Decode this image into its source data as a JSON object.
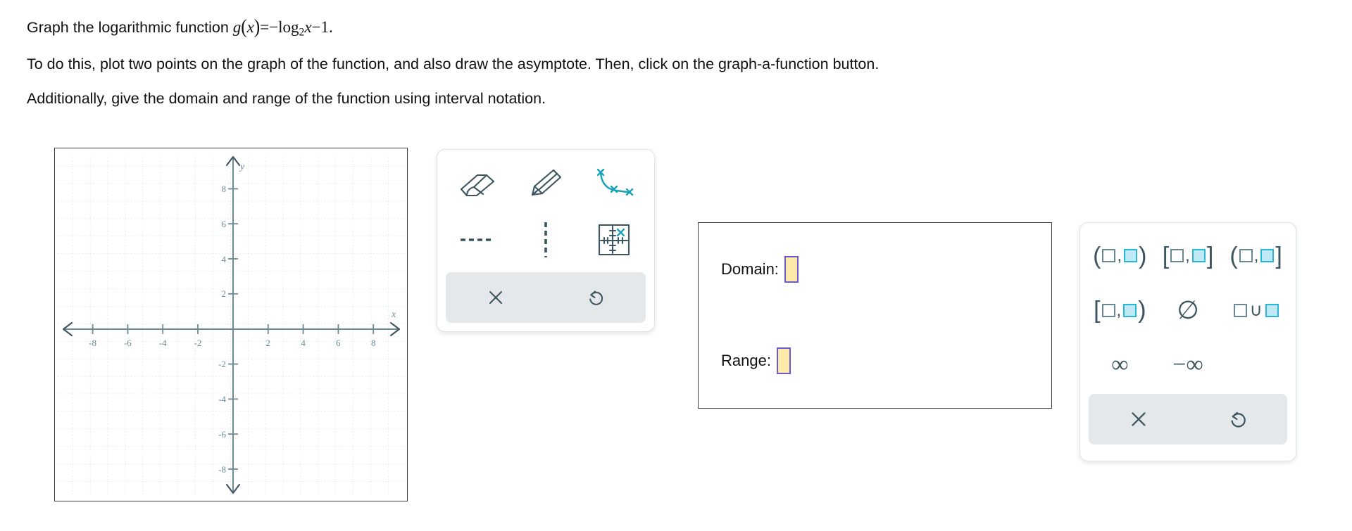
{
  "prompt": {
    "line1_pre": "Graph the logarithmic function ",
    "math_g": "g",
    "math_paren_open": "(",
    "math_x": "x",
    "math_paren_close": ")",
    "math_eq": "=",
    "math_minus": "−",
    "math_log": "log",
    "math_base": "2",
    "math_x2": "x",
    "math_minus2": "−",
    "math_one": "1",
    "math_period": ".",
    "line2": "To do this, plot two points on the graph of the function, and also draw the asymptote. Then, click on the graph-a-function button.",
    "line3": "Additionally, give the domain and range of the function using interval notation."
  },
  "graph": {
    "x_axis_label": "x",
    "y_axis_label": "y",
    "x_ticks": [
      "-8",
      "-6",
      "-4",
      "-2",
      "2",
      "4",
      "6",
      "8"
    ],
    "y_ticks": [
      "8",
      "6",
      "4",
      "2",
      "-2",
      "-4",
      "-6",
      "-8"
    ],
    "x_min": -10,
    "x_max": 10,
    "y_min": -10,
    "y_max": 10,
    "grid_color": "#c9d3d6",
    "axis_color": "#6c8a93",
    "border_color": "#3d3d3d"
  },
  "draw_toolbar": {
    "tools": [
      {
        "name": "eraser-tool",
        "label": "Eraser"
      },
      {
        "name": "pencil-tool",
        "label": "Pencil"
      },
      {
        "name": "curve-tool",
        "label": "Curve through points"
      },
      {
        "name": "dashed-horizontal-line-tool",
        "label": "Horizontal dashed line"
      },
      {
        "name": "dashed-vertical-line-tool",
        "label": "Vertical dashed line"
      },
      {
        "name": "graph-a-function-tool",
        "label": "Graph a function"
      }
    ],
    "clear_label": "×",
    "undo_label": "↺"
  },
  "answers": {
    "domain_label": "Domain:",
    "range_label": "Range:",
    "domain_value": "",
    "range_value": ""
  },
  "interval_keypad": {
    "keys": [
      {
        "name": "key-open-open",
        "type": "interval",
        "open": "(",
        "close": ")",
        "filled": 2
      },
      {
        "name": "key-closed-closed",
        "type": "interval",
        "open": "[",
        "close": "]",
        "filled": 2
      },
      {
        "name": "key-open-closed",
        "type": "interval",
        "open": "(",
        "close": "]",
        "filled": 2
      },
      {
        "name": "key-closed-open",
        "type": "interval",
        "open": "[",
        "close": ")",
        "filled": 2
      },
      {
        "name": "key-empty-set",
        "type": "symbol",
        "glyph": "∅"
      },
      {
        "name": "key-union",
        "type": "union",
        "glyph": "∪"
      },
      {
        "name": "key-infinity",
        "type": "symbol",
        "glyph": "∞"
      },
      {
        "name": "key-negative-infinity",
        "type": "symbol",
        "glyph": "−∞"
      }
    ],
    "clear_label": "×",
    "undo_label": "↺"
  },
  "colors": {
    "teal": "#17a2b8",
    "slate": "#3c5560",
    "answer_fill": "#fde9a9",
    "answer_border": "#6a5acd",
    "action_bar": "#e4e8eb"
  }
}
